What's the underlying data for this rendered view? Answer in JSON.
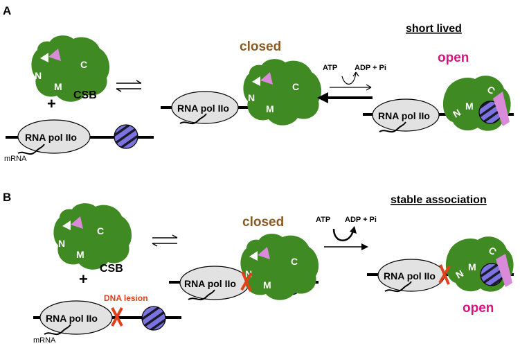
{
  "panel_a": {
    "label": "A",
    "header": "short lived",
    "state_closed": "closed",
    "state_open": "open",
    "protein": "CSB",
    "plus": "+",
    "atp": "ATP",
    "adp": "ADP + Pi",
    "polymerase": "RNA pol IIo",
    "mrna": "mRNA",
    "domain_n": "N",
    "domain_m": "M",
    "domain_c": "C"
  },
  "panel_b": {
    "label": "B",
    "header": "stable association",
    "state_closed": "closed",
    "state_open": "open",
    "protein": "CSB",
    "plus": "+",
    "atp": "ATP",
    "adp": "ADP + Pi",
    "polymerase": "RNA pol IIo",
    "mrna": "mRNA",
    "lesion": "DNA lesion",
    "domain_n": "N",
    "domain_m": "M",
    "domain_c": "C"
  },
  "colors": {
    "csb_green": "#3f8a22",
    "csb_pink": "#d98ad8",
    "polymerase_fill": "#e2e2e2",
    "nucleosome_purple": "#7b73e0",
    "lesion_red": "#e0401a",
    "closed_brown": "#8a5a22",
    "open_magenta": "#d8137e"
  }
}
